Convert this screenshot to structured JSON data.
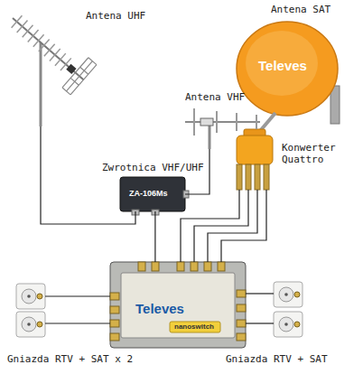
{
  "diagram": {
    "nodes": [
      {
        "text": [
          "Antena UHF"
        ]
      },
      {
        "text": [
          "Antena SAT",
          "Televes"
        ]
      },
      {
        "text": [
          "Antena VHF"
        ]
      },
      {
        "text": [
          "Zwrotnica VHF/UHF",
          "ZA-106Ms"
        ]
      },
      {
        "text": [
          "Konwerter Quattro"
        ]
      },
      {
        "text": [
          "Televes",
          "nanoswitch"
        ]
      },
      {
        "text": [
          "Gniazda RTV + SAT x 2"
        ]
      },
      {
        "text": [
          "Gniazda RTV + SAT"
        ]
      }
    ],
    "edges": [
      {
        "from": 0,
        "to": 3,
        "arrow": "none"
      },
      {
        "from": 2,
        "to": 3,
        "arrow": "none"
      },
      {
        "from": 3,
        "to": 5,
        "arrow": "none"
      },
      {
        "from": 4,
        "to": 5,
        "arrow": "none"
      },
      {
        "from": 4,
        "to": 5,
        "arrow": "none"
      },
      {
        "from": 4,
        "to": 5,
        "arrow": "none"
      },
      {
        "from": 4,
        "to": 5,
        "arrow": "none"
      },
      {
        "from": 5,
        "to": 6,
        "arrow": "none"
      },
      {
        "from": 5,
        "to": 6,
        "arrow": "none"
      },
      {
        "from": 5,
        "to": 7,
        "arrow": "none"
      },
      {
        "from": 5,
        "to": 7,
        "arrow": "none"
      }
    ]
  }
}
